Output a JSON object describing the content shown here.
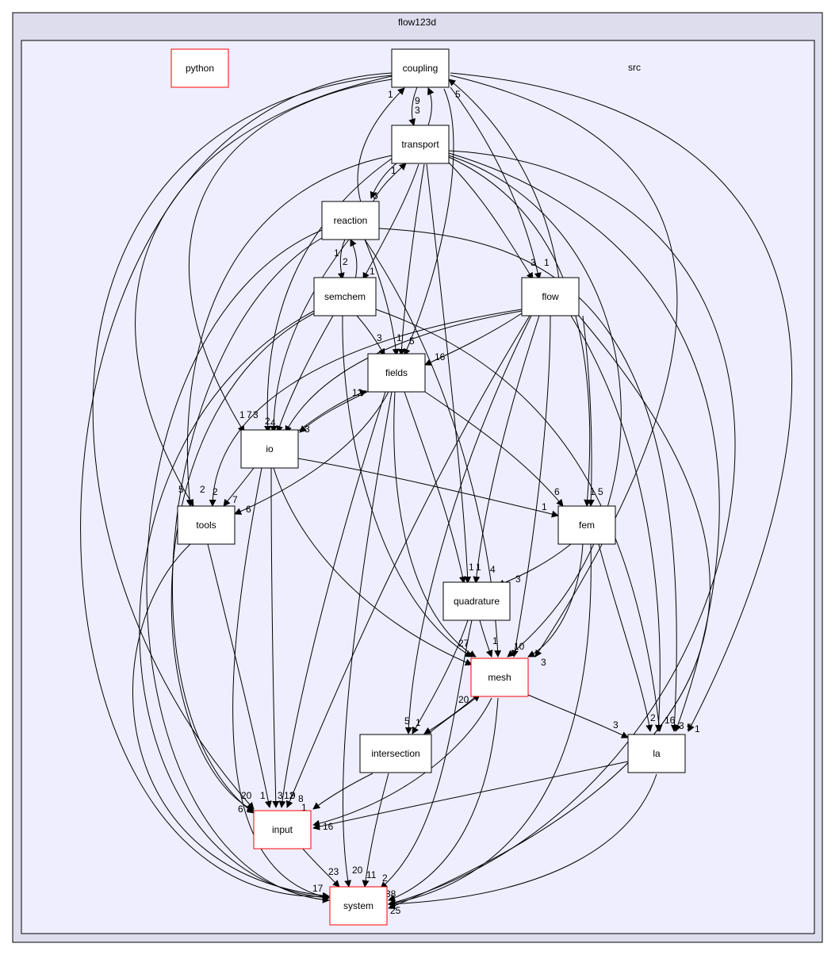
{
  "outer_cluster": {
    "label": "flow123d"
  },
  "inner_cluster": {
    "label": "src"
  },
  "colors": {
    "outer_fill": "#ddddee",
    "inner_fill": "#eeeeff",
    "node_fill": "#ffffff",
    "node_border": "#000000",
    "highlight_border": "#ff0000",
    "edge": "#000000"
  },
  "nodes": {
    "python": "python",
    "coupling": "coupling",
    "transport": "transport",
    "reaction": "reaction",
    "semchem": "semchem",
    "flow": "flow",
    "fields": "fields",
    "io": "io",
    "tools": "tools",
    "fem": "fem",
    "quadrature": "quadrature",
    "mesh": "mesh",
    "intersection": "intersection",
    "la": "la",
    "input": "input",
    "system": "system"
  },
  "edge_labels": [
    "9",
    "3",
    "1",
    "5",
    "1",
    "1",
    "6",
    "1",
    "2",
    "3",
    "1",
    "3",
    "1",
    "5",
    "16",
    "12",
    "7",
    "3",
    "2",
    "4",
    "3",
    "1",
    "5",
    "2",
    "2",
    "7",
    "6",
    "6",
    "1",
    "1",
    "5",
    "1",
    "1",
    "4",
    "3",
    "27",
    "1",
    "10",
    "3",
    "20",
    "5",
    "1",
    "3",
    "2",
    "16",
    "3",
    "5",
    "1",
    "20",
    "1",
    "3",
    "12",
    "9",
    "8",
    "1",
    "6",
    "16",
    "17",
    "23",
    "20",
    "11",
    "2",
    "38",
    "25"
  ]
}
